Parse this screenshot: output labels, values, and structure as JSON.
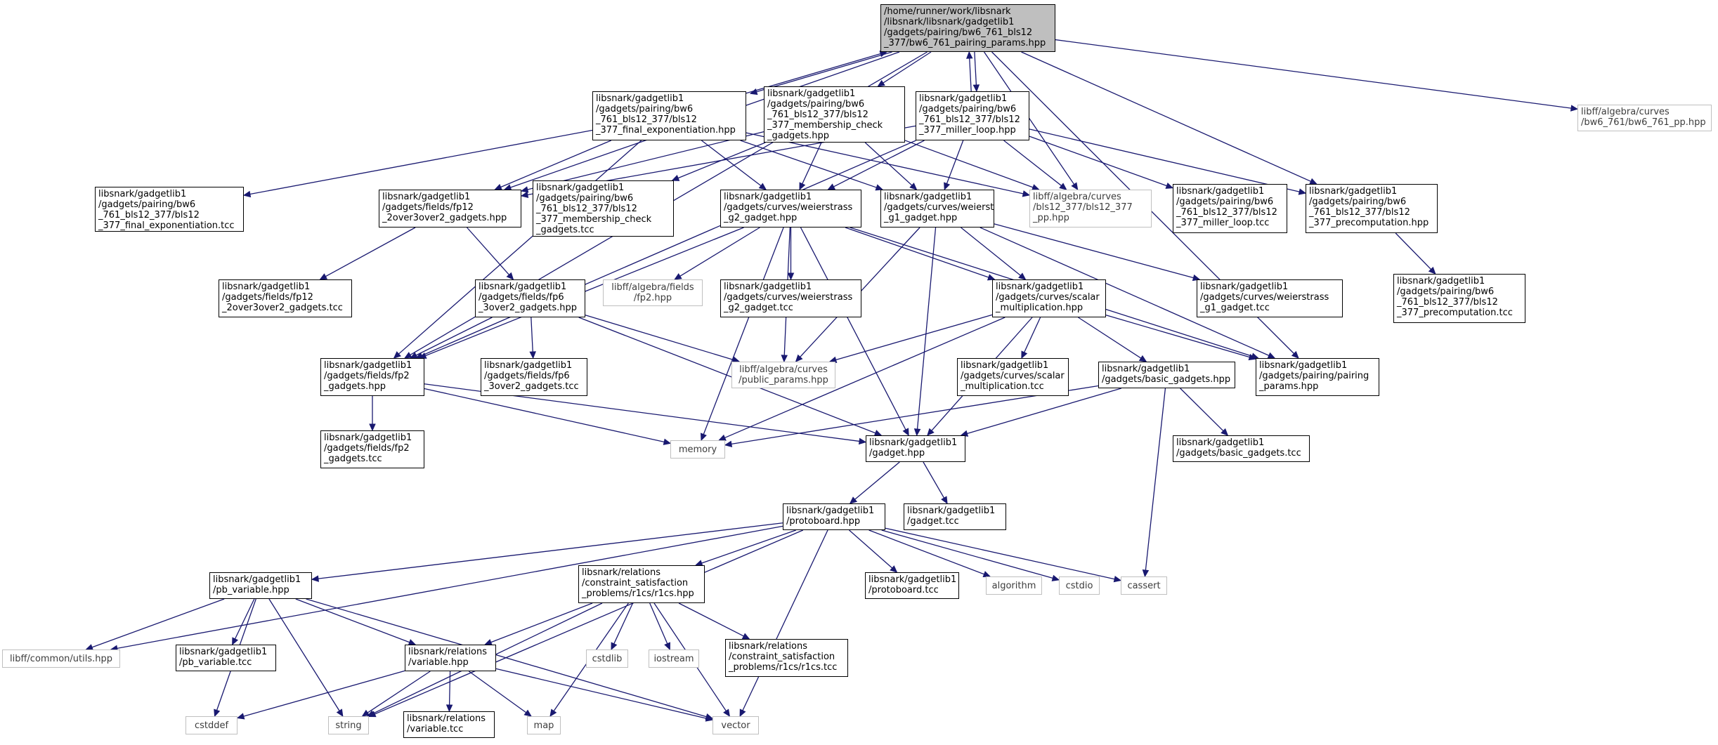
{
  "nodes": [
    {
      "id": "root",
      "label": "/home/runner/work/libsnark\n/libsnark/libsnark/gadgetlib1\n/gadgets/pairing/bw6_761_bls12\n_377/bw6_761_pairing_params.hpp",
      "kind": "root"
    },
    {
      "id": "final_exp_hpp",
      "label": "libsnark/gadgetlib1\n/gadgets/pairing/bw6\n_761_bls12_377/bls12\n_377_final_exponentiation.hpp",
      "kind": "file"
    },
    {
      "id": "membership_hpp",
      "label": "libsnark/gadgetlib1\n/gadgets/pairing/bw6\n_761_bls12_377/bls12\n_377_membership_check\n_gadgets.hpp",
      "kind": "file"
    },
    {
      "id": "miller_hpp",
      "label": "libsnark/gadgetlib1\n/gadgets/pairing/bw6\n_761_bls12_377/bls12\n_377_miller_loop.hpp",
      "kind": "file"
    },
    {
      "id": "bw6_pp",
      "label": "libff/algebra/curves\n/bw6_761/bw6_761_pp.hpp",
      "kind": "ext"
    },
    {
      "id": "final_exp_tcc",
      "label": "libsnark/gadgetlib1\n/gadgets/pairing/bw6\n_761_bls12_377/bls12\n_377_final_exponentiation.tcc",
      "kind": "file"
    },
    {
      "id": "fp12_hpp",
      "label": "libsnark/gadgetlib1\n/gadgets/fields/fp12\n_2over3over2_gadgets.hpp",
      "kind": "file"
    },
    {
      "id": "membership_tcc",
      "label": "libsnark/gadgetlib1\n/gadgets/pairing/bw6\n_761_bls12_377/bls12\n_377_membership_check\n_gadgets.tcc",
      "kind": "file"
    },
    {
      "id": "g2_hpp",
      "label": "libsnark/gadgetlib1\n/gadgets/curves/weierstrass\n_g2_gadget.hpp",
      "kind": "file"
    },
    {
      "id": "g1_hpp",
      "label": "libsnark/gadgetlib1\n/gadgets/curves/weierstrass\n_g1_gadget.hpp",
      "kind": "file"
    },
    {
      "id": "bls12_pp",
      "label": "libff/algebra/curves\n/bls12_377/bls12_377\n_pp.hpp",
      "kind": "ext"
    },
    {
      "id": "miller_tcc",
      "label": "libsnark/gadgetlib1\n/gadgets/pairing/bw6\n_761_bls12_377/bls12\n_377_miller_loop.tcc",
      "kind": "file"
    },
    {
      "id": "precomp_hpp",
      "label": "libsnark/gadgetlib1\n/gadgets/pairing/bw6\n_761_bls12_377/bls12\n_377_precomputation.hpp",
      "kind": "file"
    },
    {
      "id": "fp12_tcc",
      "label": "libsnark/gadgetlib1\n/gadgets/fields/fp12\n_2over3over2_gadgets.tcc",
      "kind": "file"
    },
    {
      "id": "fp6_hpp",
      "label": "libsnark/gadgetlib1\n/gadgets/fields/fp6\n_3over2_gadgets.hpp",
      "kind": "file"
    },
    {
      "id": "fp2_ext",
      "label": "libff/algebra/fields\n/fp2.hpp",
      "kind": "ext"
    },
    {
      "id": "g2_tcc",
      "label": "libsnark/gadgetlib1\n/gadgets/curves/weierstrass\n_g2_gadget.tcc",
      "kind": "file"
    },
    {
      "id": "scalar_hpp",
      "label": "libsnark/gadgetlib1\n/gadgets/curves/scalar\n_multiplication.hpp",
      "kind": "file"
    },
    {
      "id": "g1_tcc",
      "label": "libsnark/gadgetlib1\n/gadgets/curves/weierstrass\n_g1_gadget.tcc",
      "kind": "file"
    },
    {
      "id": "precomp_tcc",
      "label": "libsnark/gadgetlib1\n/gadgets/pairing/bw6\n_761_bls12_377/bls12\n_377_precomputation.tcc",
      "kind": "file"
    },
    {
      "id": "fp2_hpp",
      "label": "libsnark/gadgetlib1\n/gadgets/fields/fp2\n_gadgets.hpp",
      "kind": "file"
    },
    {
      "id": "fp6_tcc",
      "label": "libsnark/gadgetlib1\n/gadgets/fields/fp6\n_3over2_gadgets.tcc",
      "kind": "file"
    },
    {
      "id": "public_params",
      "label": "libff/algebra/curves\n/public_params.hpp",
      "kind": "ext"
    },
    {
      "id": "scalar_tcc",
      "label": "libsnark/gadgetlib1\n/gadgets/curves/scalar\n_multiplication.tcc",
      "kind": "file"
    },
    {
      "id": "basic_hpp",
      "label": "libsnark/gadgetlib1\n/gadgets/basic_gadgets.hpp",
      "kind": "file"
    },
    {
      "id": "pairing_params",
      "label": "libsnark/gadgetlib1\n/gadgets/pairing/pairing\n_params.hpp",
      "kind": "file"
    },
    {
      "id": "fp2_tcc",
      "label": "libsnark/gadgetlib1\n/gadgets/fields/fp2\n_gadgets.tcc",
      "kind": "file"
    },
    {
      "id": "memory",
      "label": "memory",
      "kind": "ext"
    },
    {
      "id": "gadget_hpp",
      "label": "libsnark/gadgetlib1\n/gadget.hpp",
      "kind": "file"
    },
    {
      "id": "basic_tcc",
      "label": "libsnark/gadgetlib1\n/gadgets/basic_gadgets.tcc",
      "kind": "file"
    },
    {
      "id": "protoboard_hpp",
      "label": "libsnark/gadgetlib1\n/protoboard.hpp",
      "kind": "file"
    },
    {
      "id": "gadget_tcc",
      "label": "libsnark/gadgetlib1\n/gadget.tcc",
      "kind": "file"
    },
    {
      "id": "pb_var_hpp",
      "label": "libsnark/gadgetlib1\n/pb_variable.hpp",
      "kind": "file"
    },
    {
      "id": "r1cs_hpp",
      "label": "libsnark/relations\n/constraint_satisfaction\n_problems/r1cs/r1cs.hpp",
      "kind": "file"
    },
    {
      "id": "protoboard_tcc",
      "label": "libsnark/gadgetlib1\n/protoboard.tcc",
      "kind": "file"
    },
    {
      "id": "algorithm",
      "label": "algorithm",
      "kind": "ext"
    },
    {
      "id": "cstdio",
      "label": "cstdio",
      "kind": "ext"
    },
    {
      "id": "cassert",
      "label": "cassert",
      "kind": "ext"
    },
    {
      "id": "utils",
      "label": "libff/common/utils.hpp",
      "kind": "ext"
    },
    {
      "id": "pb_var_tcc",
      "label": "libsnark/gadgetlib1\n/pb_variable.tcc",
      "kind": "file"
    },
    {
      "id": "variable_hpp",
      "label": "libsnark/relations\n/variable.hpp",
      "kind": "file"
    },
    {
      "id": "cstdlib",
      "label": "cstdlib",
      "kind": "ext"
    },
    {
      "id": "iostream",
      "label": "iostream",
      "kind": "ext"
    },
    {
      "id": "r1cs_tcc",
      "label": "libsnark/relations\n/constraint_satisfaction\n_problems/r1cs/r1cs.tcc",
      "kind": "file"
    },
    {
      "id": "cstddef",
      "label": "cstddef",
      "kind": "ext"
    },
    {
      "id": "string",
      "label": "string",
      "kind": "ext"
    },
    {
      "id": "variable_tcc",
      "label": "libsnark/relations\n/variable.tcc",
      "kind": "file"
    },
    {
      "id": "map",
      "label": "map",
      "kind": "ext"
    },
    {
      "id": "vector",
      "label": "vector",
      "kind": "ext"
    }
  ],
  "edges": [
    [
      "root",
      "final_exp_hpp"
    ],
    [
      "root",
      "membership_hpp"
    ],
    [
      "root",
      "miller_hpp"
    ],
    [
      "root",
      "bw6_pp"
    ],
    [
      "root",
      "fp12_hpp"
    ],
    [
      "root",
      "bls12_pp"
    ],
    [
      "root",
      "precomp_hpp"
    ],
    [
      "root",
      "fp2_hpp"
    ],
    [
      "root",
      "pairing_params"
    ],
    [
      "final_exp_hpp",
      "root"
    ],
    [
      "miller_hpp",
      "root"
    ],
    [
      "final_exp_hpp",
      "final_exp_tcc"
    ],
    [
      "final_exp_hpp",
      "fp12_hpp"
    ],
    [
      "final_exp_hpp",
      "g2_hpp"
    ],
    [
      "final_exp_hpp",
      "g1_hpp"
    ],
    [
      "final_exp_hpp",
      "bls12_pp"
    ],
    [
      "final_exp_hpp",
      "fp2_hpp"
    ],
    [
      "membership_hpp",
      "fp12_hpp"
    ],
    [
      "membership_hpp",
      "membership_tcc"
    ],
    [
      "membership_hpp",
      "g2_hpp"
    ],
    [
      "membership_hpp",
      "g1_hpp"
    ],
    [
      "membership_hpp",
      "bls12_pp"
    ],
    [
      "miller_hpp",
      "fp12_hpp"
    ],
    [
      "miller_hpp",
      "g2_hpp"
    ],
    [
      "miller_hpp",
      "g1_hpp"
    ],
    [
      "miller_hpp",
      "bls12_pp"
    ],
    [
      "miller_hpp",
      "miller_tcc"
    ],
    [
      "miller_hpp",
      "precomp_hpp"
    ],
    [
      "miller_hpp",
      "fp2_hpp"
    ],
    [
      "fp12_hpp",
      "fp12_tcc"
    ],
    [
      "fp12_hpp",
      "fp6_hpp"
    ],
    [
      "fp6_hpp",
      "fp2_hpp"
    ],
    [
      "fp6_hpp",
      "fp6_tcc"
    ],
    [
      "fp6_hpp",
      "public_params"
    ],
    [
      "fp6_hpp",
      "gadget_hpp"
    ],
    [
      "g2_hpp",
      "fp2_hpp"
    ],
    [
      "g2_hpp",
      "fp2_ext"
    ],
    [
      "g2_hpp",
      "g2_tcc"
    ],
    [
      "g2_hpp",
      "scalar_hpp"
    ],
    [
      "g2_hpp",
      "public_params"
    ],
    [
      "g2_hpp",
      "memory"
    ],
    [
      "g2_hpp",
      "gadget_hpp"
    ],
    [
      "g2_hpp",
      "pairing_params"
    ],
    [
      "g1_hpp",
      "scalar_hpp"
    ],
    [
      "g1_hpp",
      "g1_tcc"
    ],
    [
      "g1_hpp",
      "public_params"
    ],
    [
      "g1_hpp",
      "gadget_hpp"
    ],
    [
      "g1_hpp",
      "pairing_params"
    ],
    [
      "precomp_hpp",
      "precomp_tcc"
    ],
    [
      "scalar_hpp",
      "scalar_tcc"
    ],
    [
      "scalar_hpp",
      "basic_hpp"
    ],
    [
      "scalar_hpp",
      "pairing_params"
    ],
    [
      "scalar_hpp",
      "public_params"
    ],
    [
      "scalar_hpp",
      "memory"
    ],
    [
      "scalar_hpp",
      "gadget_hpp"
    ],
    [
      "fp2_hpp",
      "fp2_tcc"
    ],
    [
      "fp2_hpp",
      "memory"
    ],
    [
      "fp2_hpp",
      "gadget_hpp"
    ],
    [
      "basic_hpp",
      "basic_tcc"
    ],
    [
      "basic_hpp",
      "gadget_hpp"
    ],
    [
      "basic_hpp",
      "cassert"
    ],
    [
      "basic_hpp",
      "memory"
    ],
    [
      "gadget_hpp",
      "protoboard_hpp"
    ],
    [
      "gadget_hpp",
      "gadget_tcc"
    ],
    [
      "protoboard_hpp",
      "pb_var_hpp"
    ],
    [
      "protoboard_hpp",
      "r1cs_hpp"
    ],
    [
      "protoboard_hpp",
      "protoboard_tcc"
    ],
    [
      "protoboard_hpp",
      "algorithm"
    ],
    [
      "protoboard_hpp",
      "cstdio"
    ],
    [
      "protoboard_hpp",
      "cassert"
    ],
    [
      "protoboard_hpp",
      "utils"
    ],
    [
      "protoboard_hpp",
      "string"
    ],
    [
      "protoboard_hpp",
      "vector"
    ],
    [
      "pb_var_hpp",
      "utils"
    ],
    [
      "pb_var_hpp",
      "pb_var_tcc"
    ],
    [
      "pb_var_hpp",
      "variable_hpp"
    ],
    [
      "pb_var_hpp",
      "cstddef"
    ],
    [
      "pb_var_hpp",
      "string"
    ],
    [
      "pb_var_hpp",
      "vector"
    ],
    [
      "r1cs_hpp",
      "variable_hpp"
    ],
    [
      "r1cs_hpp",
      "cstdlib"
    ],
    [
      "r1cs_hpp",
      "iostream"
    ],
    [
      "r1cs_hpp",
      "r1cs_tcc"
    ],
    [
      "r1cs_hpp",
      "map"
    ],
    [
      "r1cs_hpp",
      "string"
    ],
    [
      "r1cs_hpp",
      "vector"
    ],
    [
      "variable_hpp",
      "cstddef"
    ],
    [
      "variable_hpp",
      "string"
    ],
    [
      "variable_hpp",
      "variable_tcc"
    ],
    [
      "variable_hpp",
      "map"
    ],
    [
      "variable_hpp",
      "vector"
    ]
  ]
}
